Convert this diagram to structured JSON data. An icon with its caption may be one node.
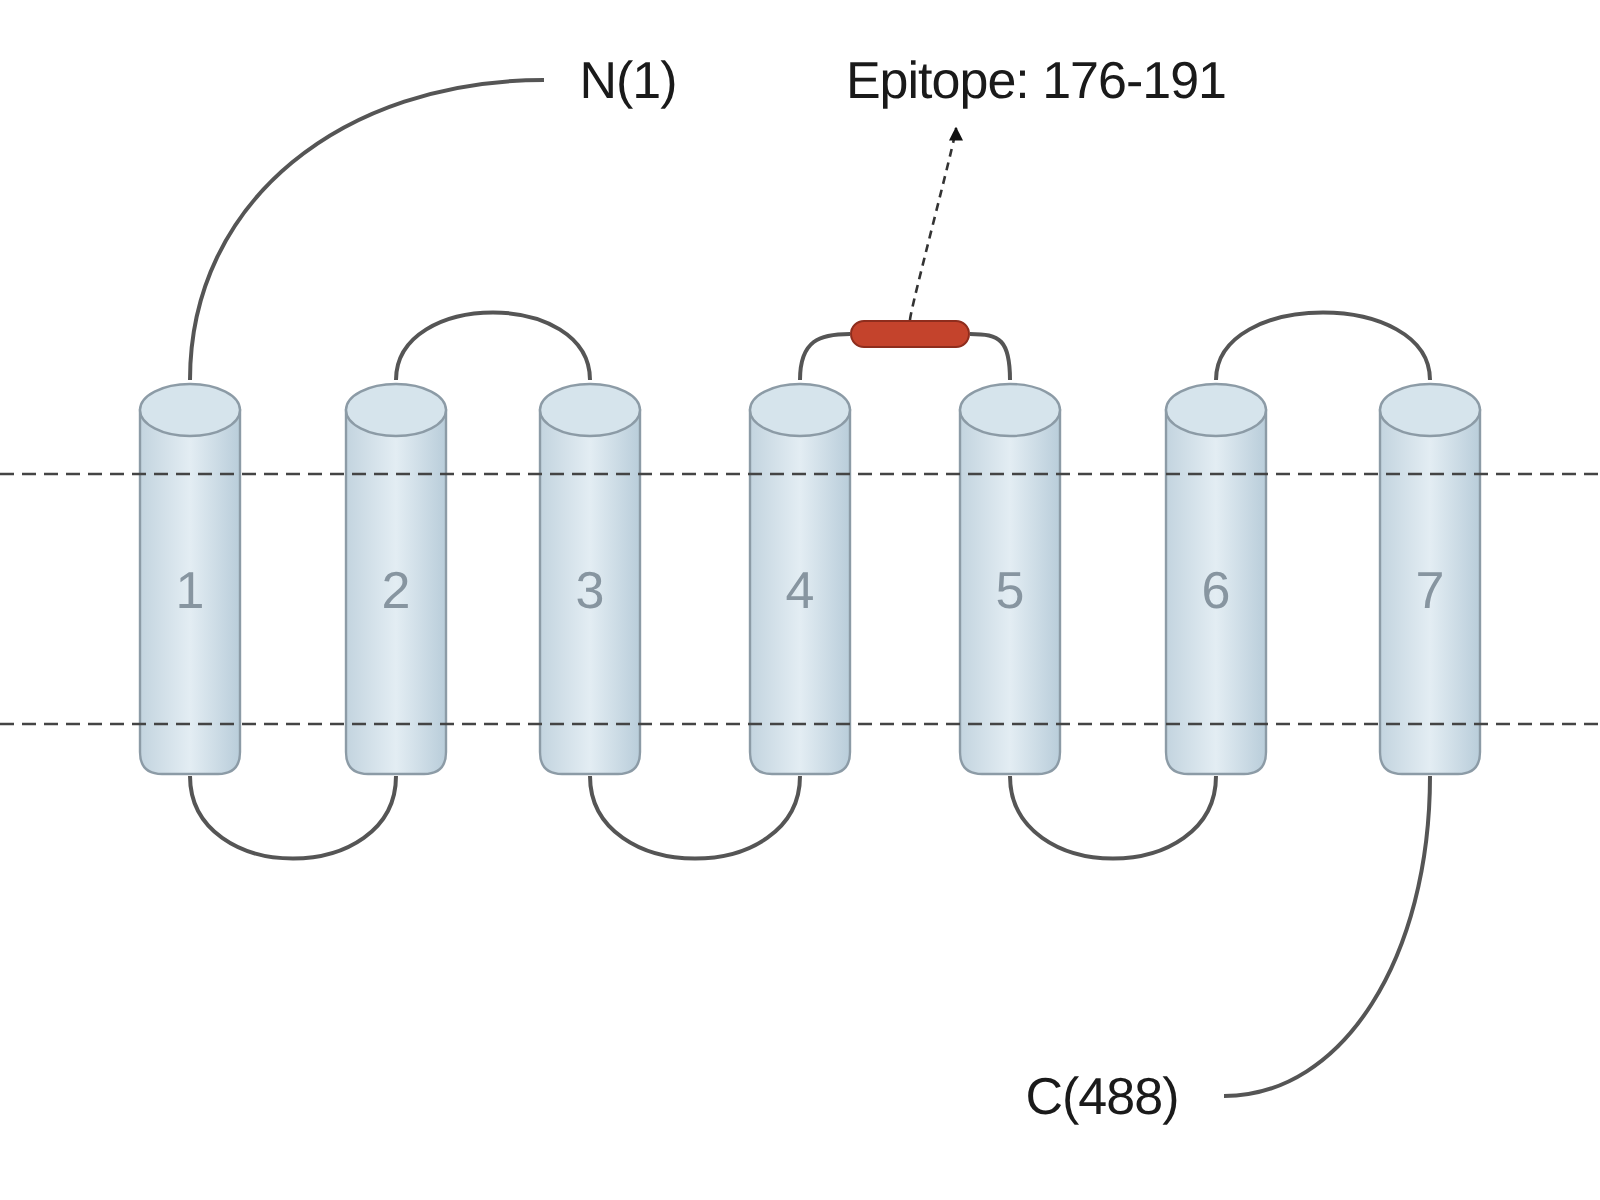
{
  "diagram": {
    "nodes": [
      {
        "text": [
          "N(1)"
        ]
      },
      {
        "text": [
          "Epitope: 176-191"
        ]
      },
      {
        "text": [
          "1"
        ]
      },
      {
        "text": [
          "2"
        ]
      },
      {
        "text": [
          "3"
        ]
      },
      {
        "text": [
          "4"
        ]
      },
      {
        "text": [
          "5"
        ]
      },
      {
        "text": [
          "6"
        ]
      },
      {
        "text": [
          "7"
        ]
      },
      {
        "text": [
          "C(488)"
        ]
      },
      {
        "text": [],
        "shape": "bar"
      }
    ],
    "edges": [
      {
        "from": 0,
        "to": 2,
        "arrow": "none"
      },
      {
        "from": 2,
        "to": 3,
        "arrow": "none"
      },
      {
        "from": 3,
        "to": 4,
        "arrow": "none"
      },
      {
        "from": 4,
        "to": 5,
        "arrow": "none"
      },
      {
        "from": 5,
        "to": 10,
        "arrow": "none"
      },
      {
        "from": 10,
        "to": 6,
        "arrow": "none"
      },
      {
        "from": 6,
        "to": 7,
        "arrow": "none"
      },
      {
        "from": 7,
        "to": 8,
        "arrow": "none"
      },
      {
        "from": 8,
        "to": 9,
        "arrow": "none"
      },
      {
        "from": 10,
        "to": 1,
        "arrow": "to",
        "style": "dashed"
      }
    ]
  }
}
